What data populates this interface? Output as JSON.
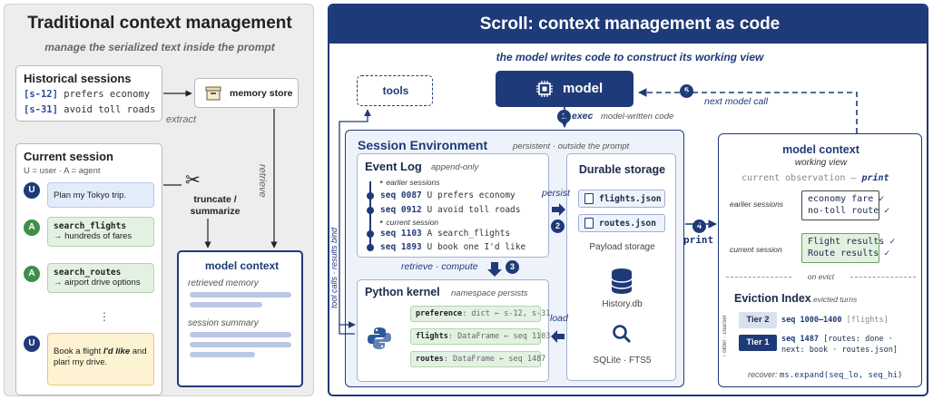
{
  "left": {
    "title": "Traditional context management",
    "subtitle": "manage the serialized text inside the prompt",
    "historical": {
      "title": "Historical sessions",
      "items": [
        {
          "tag": "[s-12]",
          "text": " prefers economy"
        },
        {
          "tag": "[s-31]",
          "text": " avoid toll roads"
        }
      ]
    },
    "memory_store": "memory store",
    "extract": "extract",
    "retrieve": "retrieve",
    "current": {
      "title": "Current session",
      "legend": "U = user · A = agent",
      "messages": [
        {
          "avatar": "U",
          "text": "Plan my Tokyo trip."
        },
        {
          "avatar": "A",
          "fn": "search_flights",
          "detail": "→ hundreds of fares"
        },
        {
          "avatar": "A",
          "fn": "search_routes",
          "detail": "→ airport drive options"
        },
        {
          "avatar": "U",
          "pre": "Book a flight ",
          "emph": "I'd like",
          "post": " and plan my drive."
        }
      ],
      "ellipsis": "⋮"
    },
    "truncate": "truncate / summarize",
    "model_context": {
      "title": "model context",
      "retrieved": "retrieved memory",
      "summary": "session summary",
      "ellipsis": "⋮"
    }
  },
  "right": {
    "title": "Scroll: context management as code",
    "subtitle": "the model writes code to construct its working view",
    "tools": "tools",
    "model": "model",
    "steps": [
      "1",
      "2",
      "3",
      "4",
      "5"
    ],
    "exec": "exec",
    "exec_desc": "model-written code",
    "next_call": "next model call",
    "tool_calls": "tool calls · results bind",
    "session": {
      "title": "Session Environment",
      "desc": "persistent · outside the prompt"
    },
    "event_log": {
      "title": "Event Log",
      "desc": "append-only",
      "earlier": "earlier sessions",
      "current": "current session",
      "entries": [
        {
          "seq": "seq 0087",
          "who": "U",
          "text": "prefers economy"
        },
        {
          "seq": "seq 0912",
          "who": "U",
          "text": "avoid toll roads"
        },
        {
          "seq": "seq 1103",
          "who": "A",
          "text": "search_flights"
        },
        {
          "seq": "seq 1893",
          "who": "U",
          "text": "book one I'd like"
        }
      ]
    },
    "persist": "persist",
    "load": "load",
    "retrieve_compute": "retrieve · compute",
    "durable": {
      "title": "Durable storage",
      "files": [
        "flights.json",
        "routes.json"
      ],
      "payload": "Payload storage",
      "history": "History.db",
      "sqlite": "SQLite · FTS5"
    },
    "python_kernel": {
      "title": "Python kernel",
      "desc": "namespace persists",
      "vars": [
        {
          "name": "preference",
          "val": ": dict ← s-12, s-31"
        },
        {
          "name": "flights",
          "val": ": DataFrame ← seq 1103"
        },
        {
          "name": "routes",
          "val": ": DataFrame ← seq 1487"
        }
      ]
    },
    "print": "print",
    "model_context": {
      "title": "model context",
      "sub": "working view",
      "current_obs": "current observation — ",
      "current_obs_print": "print",
      "earlier_label": "earlier sessions",
      "earlier_chip": [
        "economy fare ✓",
        "no-toll route ✓"
      ],
      "current_label": "current session",
      "current_chip": [
        "Flight results ✓",
        "Route results ✓"
      ],
      "on_evict": "on evict",
      "eviction_title": "Eviction Index",
      "eviction_desc": "evicted turns",
      "older_label": "↑ older · coarser",
      "tier2": "Tier 2",
      "tier1": "Tier 1",
      "tier2_seq": "seq 1000–1400",
      "tier2_rest": " [flights]",
      "tier1_seq": "seq 1487",
      "tier1_rest": " [routes: done ·",
      "tier1_rest2": "next: book · routes.json]",
      "recover_label": "recover: ",
      "recover_code": "ms.expand(seq_lo, seq_hi)"
    }
  },
  "colors": {
    "navy": "#1f3a78",
    "user": "#1f3a78",
    "agent": "#3f8f4a",
    "bar": "#b9c8e6"
  }
}
